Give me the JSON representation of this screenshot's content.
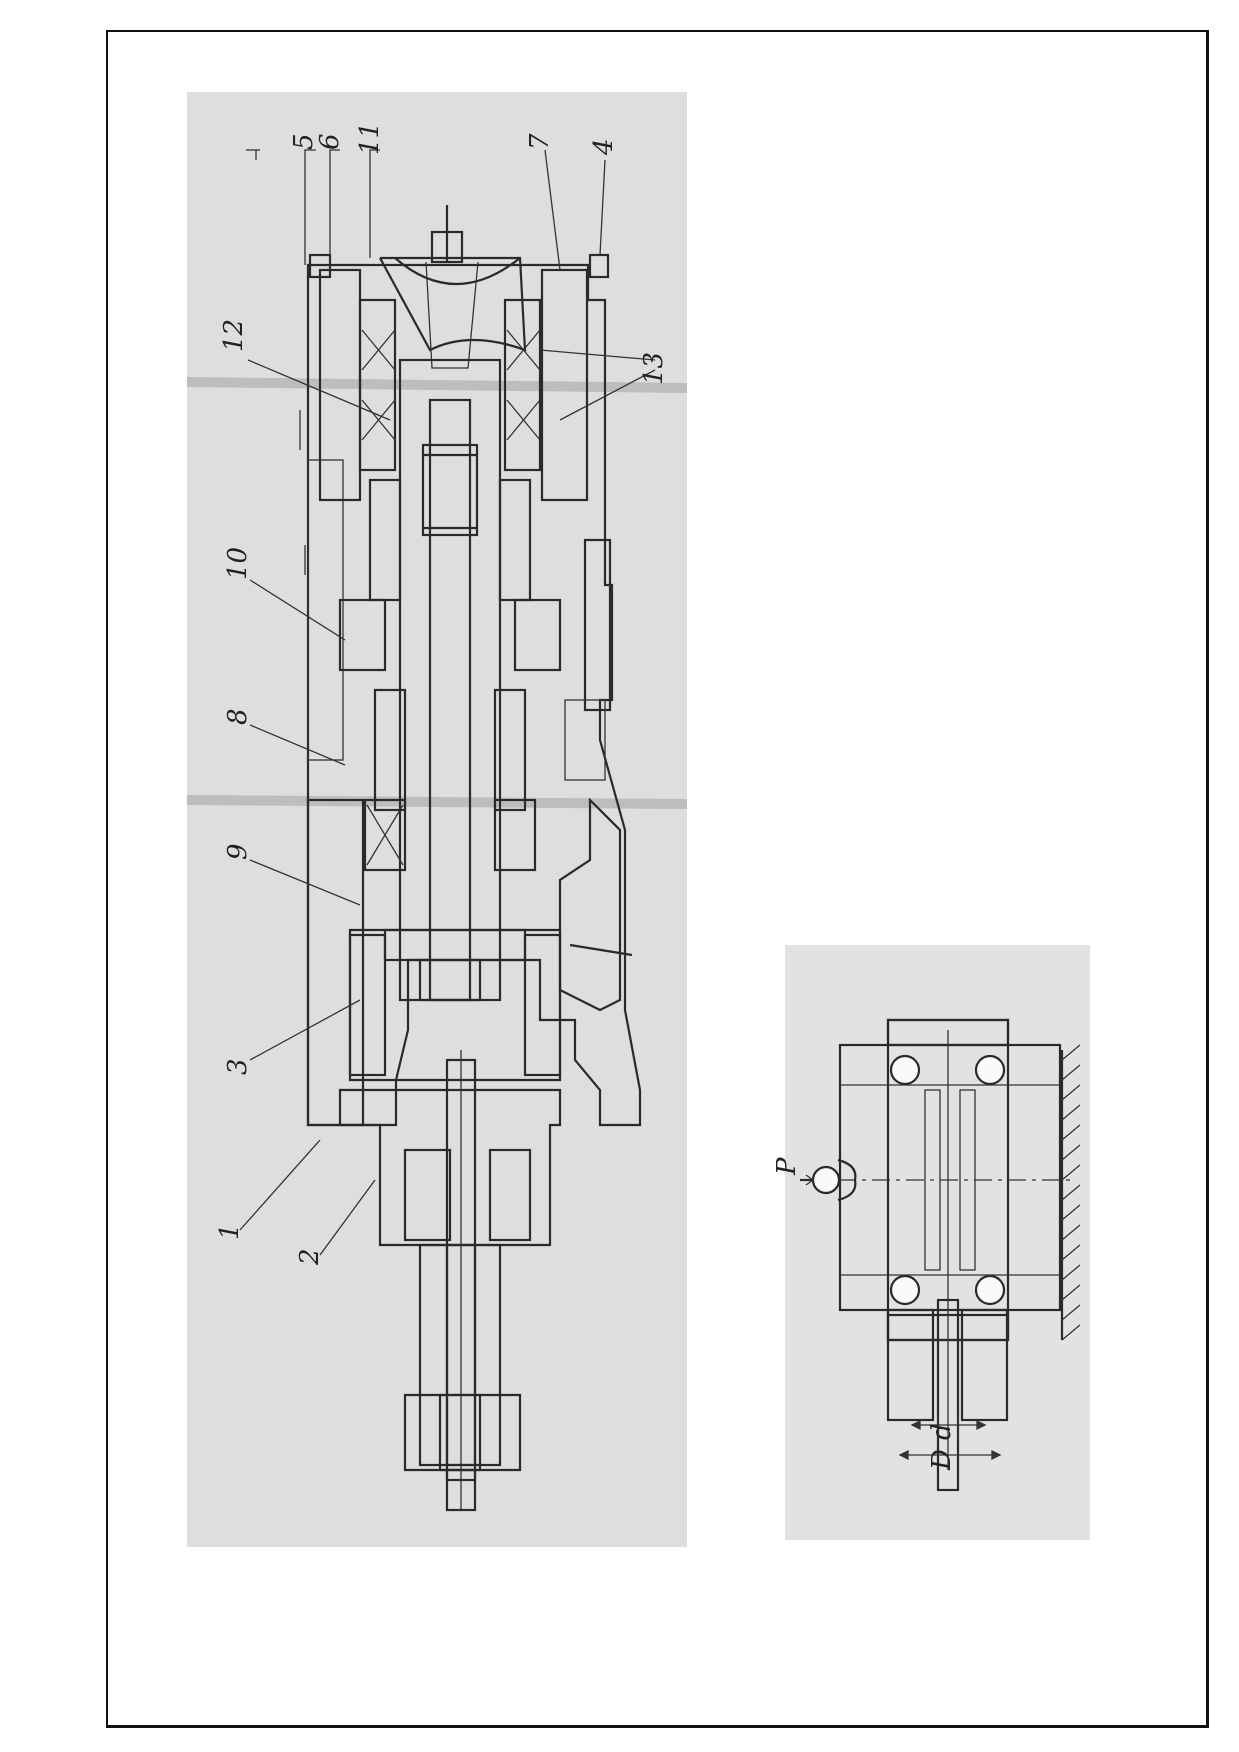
{
  "drawing": {
    "part_labels": [
      "5",
      "6",
      "11",
      "7",
      "4",
      "12",
      "13",
      "10",
      "8",
      "9",
      "3",
      "1",
      "2"
    ],
    "inset_force_label": "P",
    "inset_dim_labels": [
      "d",
      "D"
    ]
  },
  "colors": {
    "paper": "#ffffff",
    "scan_background": "#dcdcdc",
    "ink": "#2a2a2a"
  }
}
